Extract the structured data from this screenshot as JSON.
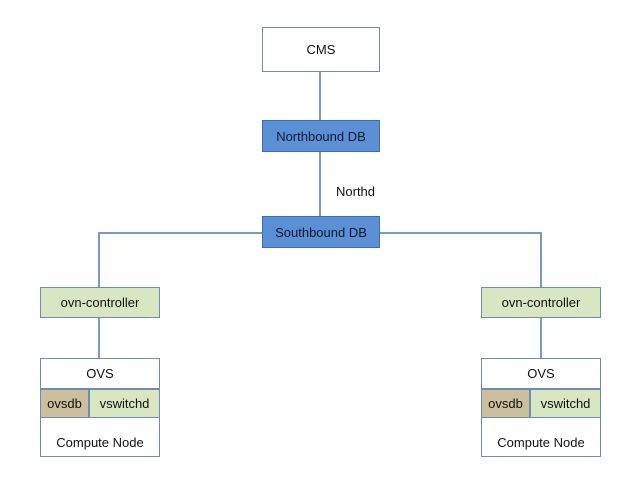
{
  "cms": {
    "label": "CMS"
  },
  "northbound": {
    "label": "Northbound DB"
  },
  "southbound": {
    "label": "Southbound DB"
  },
  "northd": {
    "label": "Northd"
  },
  "compute_nodes": [
    {
      "label": "Compute Node",
      "controller": "ovn-controller",
      "ovs": "OVS",
      "ovsdb": "ovsdb",
      "vswitchd": "vswitchd"
    },
    {
      "label": "Compute Node",
      "controller": "ovn-controller",
      "ovs": "OVS",
      "ovsdb": "ovsdb",
      "vswitchd": "vswitchd"
    }
  ],
  "colors": {
    "line": "#4a78b0",
    "db_fill": "#5b90d6",
    "controller_fill": "#d8e6c2",
    "ovsdb_fill": "#cbbf9e"
  }
}
